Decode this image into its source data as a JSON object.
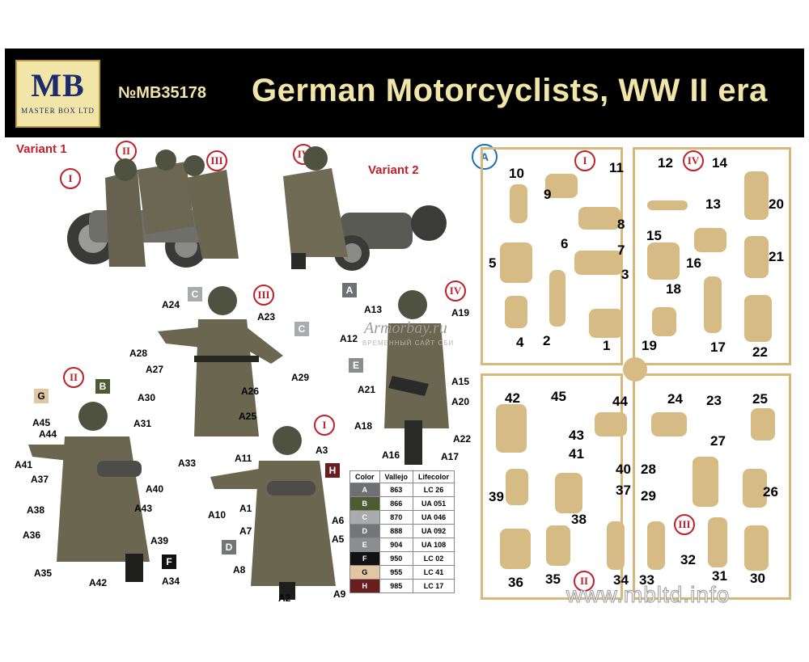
{
  "header": {
    "logo_letters": "MB",
    "logo_sub": "MASTER BOX LTD",
    "kit_number": "№MB35178",
    "title": "German Motorcyclists, WW II era"
  },
  "variants": {
    "v1": "Variant 1",
    "v2": "Variant 2"
  },
  "romans": [
    "I",
    "II",
    "III",
    "IV"
  ],
  "sprue_label": "A",
  "watermarks": {
    "center": "Armorbay.ru",
    "center_sub": "ВРЕМЕННЫЙ САЙТ СБИ",
    "corner": "www.mbltd.info"
  },
  "callouts": {
    "fig3_left": [
      "A24",
      "A28",
      "A27",
      "A30",
      "A31",
      "A33"
    ],
    "fig3_right": [
      "A23",
      "A29",
      "A26",
      "A25"
    ],
    "fig4_left": [
      "A13",
      "A12",
      "A21",
      "A18",
      "A16"
    ],
    "fig4_right": [
      "A19",
      "A15",
      "A20",
      "A22",
      "A17"
    ],
    "fig2_left": [
      "A45",
      "A44",
      "A41",
      "A37",
      "A38",
      "A36",
      "A35"
    ],
    "fig2_right": [
      "A40",
      "A43",
      "A39",
      "A42",
      "A34"
    ],
    "fig1_left": [
      "A11",
      "A10",
      "A1",
      "A7",
      "A8",
      "A2"
    ],
    "fig1_right": [
      "A3",
      "A6",
      "A5",
      "A9"
    ]
  },
  "swatch_letters": {
    "c1": "C",
    "c2": "C",
    "a": "A",
    "e": "E",
    "g": "G",
    "b": "B",
    "f": "F",
    "h": "H",
    "d": "D"
  },
  "color_table": {
    "headers": [
      "Color",
      "Vallejo",
      "Lifecolor"
    ],
    "rows": [
      {
        "letter": "A",
        "hex": "#6e7074",
        "vallejo": "863",
        "lifecolor": "LC 26"
      },
      {
        "letter": "B",
        "hex": "#4b5b32",
        "vallejo": "866",
        "lifecolor": "UA 051"
      },
      {
        "letter": "C",
        "hex": "#a8acad",
        "vallejo": "870",
        "lifecolor": "UA 046"
      },
      {
        "letter": "D",
        "hex": "#747578",
        "vallejo": "888",
        "lifecolor": "UA 092"
      },
      {
        "letter": "E",
        "hex": "#8b8d8f",
        "vallejo": "904",
        "lifecolor": "UA 108"
      },
      {
        "letter": "F",
        "hex": "#111111",
        "vallejo": "950",
        "lifecolor": "LC 02"
      },
      {
        "letter": "G",
        "hex": "#e2c6a4",
        "vallejo": "955",
        "lifecolor": "LC 41"
      },
      {
        "letter": "H",
        "hex": "#6a1d1d",
        "vallejo": "985",
        "lifecolor": "LC 17"
      }
    ]
  },
  "sprue_parts": [
    "10",
    "9",
    "11",
    "12",
    "14",
    "13",
    "20",
    "8",
    "7",
    "6",
    "5",
    "15",
    "16",
    "21",
    "3",
    "18",
    "4",
    "2",
    "1",
    "19",
    "17",
    "22",
    "42",
    "45",
    "43",
    "41",
    "44",
    "24",
    "23",
    "25",
    "27",
    "40",
    "28",
    "37",
    "29",
    "39",
    "38",
    "26",
    "36",
    "35",
    "34",
    "33",
    "32",
    "31",
    "30"
  ],
  "sprue_romans": [
    "I",
    "IV",
    "III",
    "II"
  ]
}
